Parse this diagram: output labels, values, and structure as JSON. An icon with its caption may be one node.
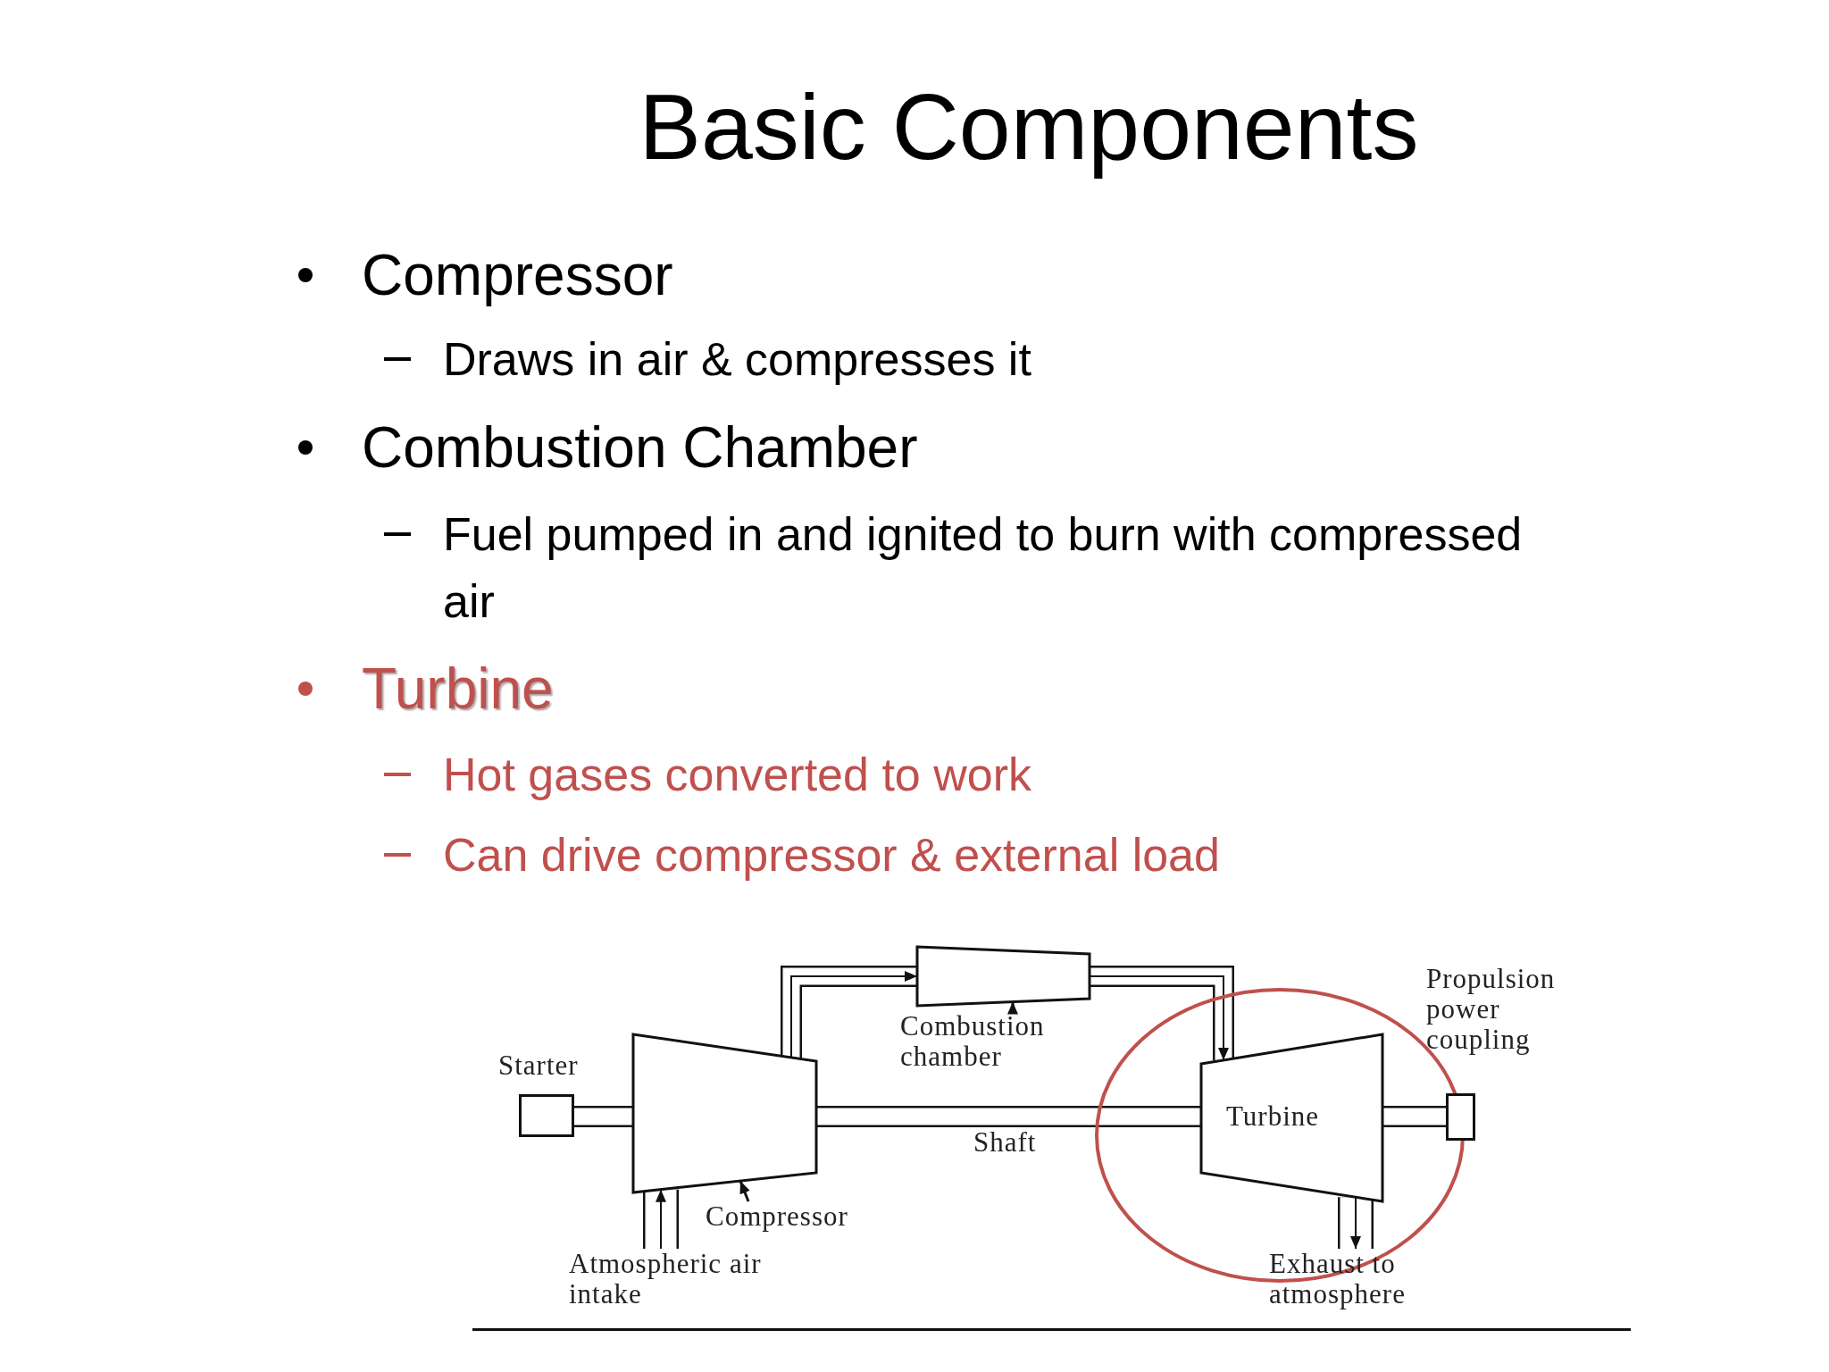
{
  "diagram": {
    "title": "Basic Components",
    "nodes": [
      {
        "text": [
          "Starter"
        ]
      },
      {
        "text": [
          "Compressor"
        ]
      },
      {
        "text": [],
        "shape": "trapezoid"
      },
      {
        "text": [
          "Combustion chamber"
        ]
      },
      {
        "text": [],
        "shape": "trapezoid"
      },
      {
        "text": [
          "Turbine"
        ]
      },
      {
        "text": [
          "Propulsion power coupling"
        ]
      }
    ],
    "edges": [
      {
        "from": 0,
        "to": 2,
        "arrow": "none"
      },
      {
        "from": 2,
        "to": 4,
        "arrow": "to"
      },
      {
        "from": 4,
        "to": 5,
        "arrow": "to"
      },
      {
        "from": 2,
        "to": 5,
        "arrow": "none",
        "label": "Shaft"
      },
      {
        "from": 5,
        "to": 6,
        "arrow": "none"
      },
      {
        "from": null,
        "to": 2,
        "arrow": "to",
        "label": "Atmospheric air intake"
      },
      {
        "from": 5,
        "to": null,
        "arrow": "to",
        "label": "Exhaust to atmosphere"
      },
      {
        "from": 1,
        "to": 2,
        "arrow": "to"
      },
      {
        "from": 3,
        "to": 4,
        "arrow": "to"
      }
    ],
    "labels": [
      "Compressor",
      "Draws in air & compresses it",
      "Combustion Chamber",
      "Fuel pumped in and ignited to burn with compressed air",
      "Turbine",
      "Hot gases converted to work",
      "Can drive compressor & external load"
    ]
  }
}
